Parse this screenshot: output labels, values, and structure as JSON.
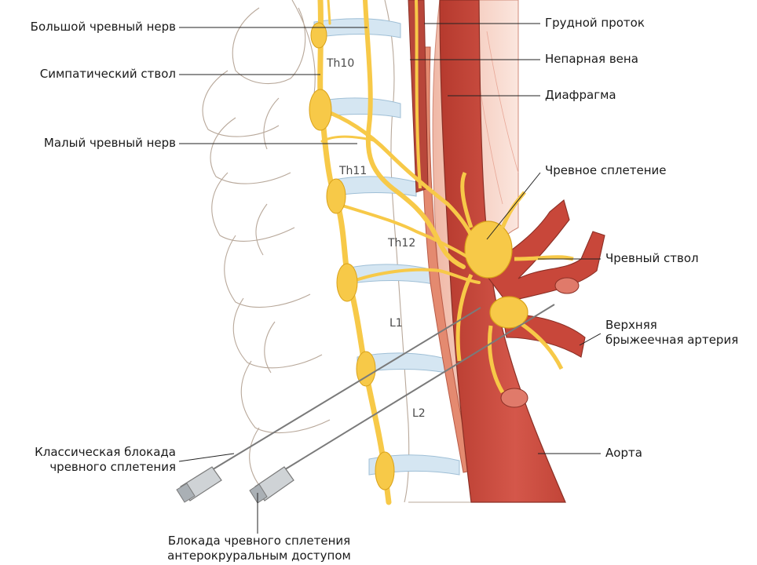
{
  "labels": {
    "greater_splanchnic": "Большой чревный нерв",
    "sympathetic_trunk": "Симпатический ствол",
    "lesser_splanchnic": "Малый чревный нерв",
    "classic_block": [
      "Классическая блокада",
      "чревного сплетения"
    ],
    "anterocrural_block": [
      "Блокада чревного сплетения",
      "антерокруральным доступом"
    ],
    "thoracic_duct": "Грудной проток",
    "azygos_vein": "Непарная вена",
    "diaphragm": "Диафрагма",
    "celiac_plexus": "Чревное сплетение",
    "celiac_trunk": "Чревный ствол",
    "sma": [
      "Верхняя",
      "брыжеечная артерия"
    ],
    "aorta": "Аорта"
  },
  "vertebrae": [
    "Th10",
    "Th11",
    "Th12",
    "L1",
    "L2"
  ],
  "colors": {
    "nerve": "#f7c948",
    "nerve_stroke": "#d9a21a",
    "artery": "#c8473a",
    "artery_light": "#e07a6a",
    "muscle": "#e48a70",
    "disc": "#d5e6f2",
    "bone_outline": "#b8a89a",
    "leader": "#222222",
    "needle": "#7a7a7a"
  }
}
